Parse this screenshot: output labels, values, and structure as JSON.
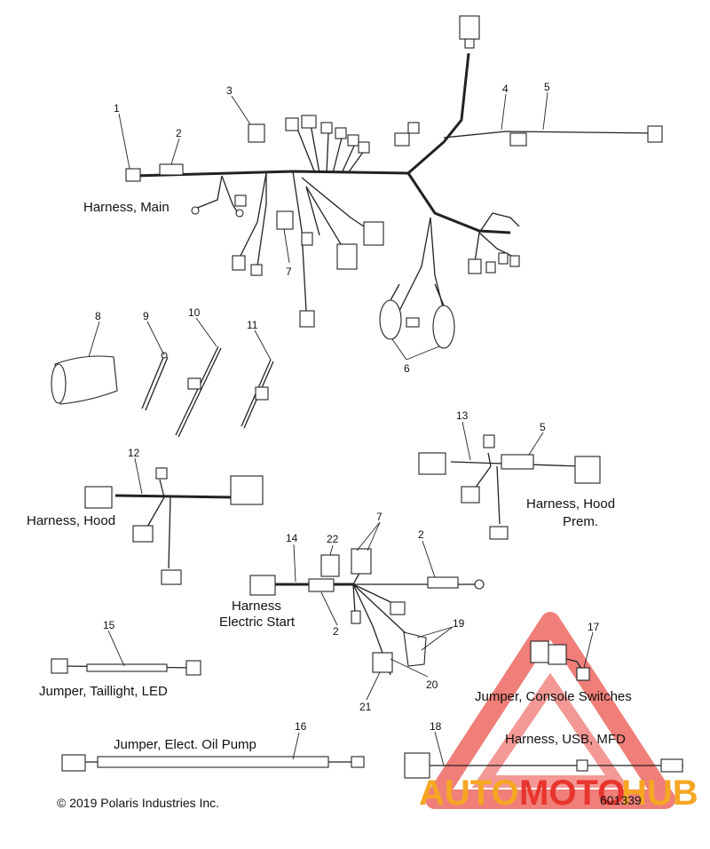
{
  "labels": {
    "harness_main": "Harness, Main",
    "harness_hood": "Harness, Hood",
    "harness_hood_prem_1": "Harness, Hood",
    "harness_hood_prem_2": "Prem.",
    "harness_es_1": "Harness",
    "harness_es_2": "Electric Start",
    "jumper_taillight": "Jumper, Taillight, LED",
    "jumper_console": "Jumper, Console Switches",
    "harness_usb": "Harness, USB, MFD",
    "jumper_oil": "Jumper, Elect. Oil Pump"
  },
  "callouts": {
    "c1": "1",
    "c2a": "2",
    "c3": "3",
    "c4": "4",
    "c5a": "5",
    "c6": "6",
    "c7a": "7",
    "c8": "8",
    "c9": "9",
    "c10": "10",
    "c11": "11",
    "c12": "12",
    "c13": "13",
    "c5b": "5",
    "c14": "14",
    "c22": "22",
    "c7b": "7",
    "c2b": "2",
    "c2c": "2",
    "c19": "19",
    "c20": "20",
    "c21": "21",
    "c15": "15",
    "c17": "17",
    "c16": "16",
    "c18": "18"
  },
  "footer": {
    "copyright": "© 2019 Polaris Industries Inc.",
    "figure_number": "601339"
  },
  "watermark": {
    "part1": "AUTO",
    "part2": "MOTO",
    "part3": "HUB",
    "color_orange": "#f5a623",
    "color_red": "#e8352e"
  }
}
